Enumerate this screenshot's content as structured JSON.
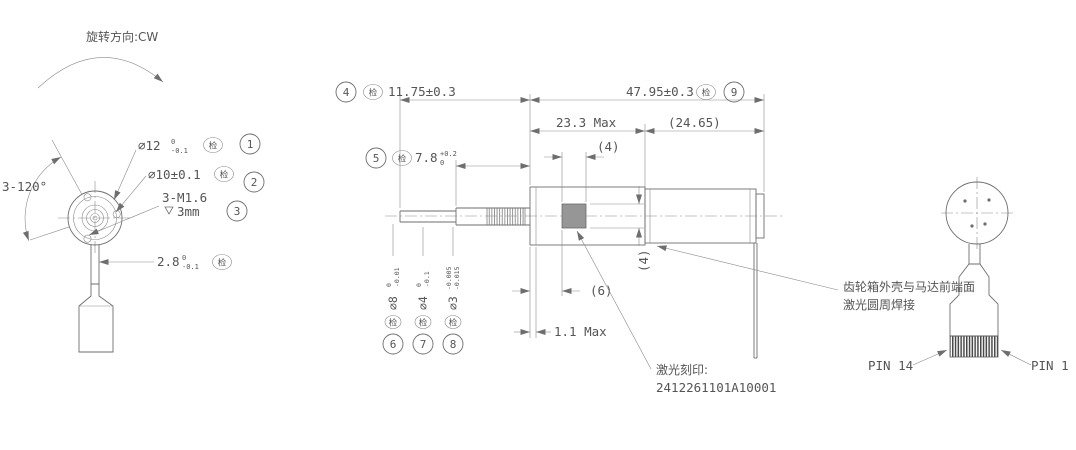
{
  "notes": {
    "rotation": "旋转方向:CW",
    "angle": "3-120°",
    "check": "检",
    "thread": "3-M1.6",
    "depth": "3mm",
    "weld_line1": "齿轮箱外壳与马达前端面",
    "weld_line2": "激光圆周焊接",
    "laser_label": "激光刻印:",
    "laser_value": "2412261101A10001",
    "pin14": "PIN 14",
    "pin1": "PIN 1"
  },
  "dims": {
    "d12": {
      "main": "∅12",
      "up": "0",
      "dn": "-0.1"
    },
    "d10": {
      "main": "∅10±0.1"
    },
    "w28": {
      "main": "2.8",
      "up": "0",
      "dn": "-0.1"
    },
    "l1175": {
      "main": "11.75±0.3"
    },
    "l4795": {
      "main": "47.95±0.3"
    },
    "l233": {
      "main": "23.3 Max"
    },
    "l2465": {
      "main": "(24.65)"
    },
    "l78": {
      "main": "7.8",
      "up": "+0.2",
      "dn": "0"
    },
    "d8": {
      "main": "∅8",
      "up": "0",
      "dn": "-0.01"
    },
    "d4": {
      "main": "∅4",
      "up": "0",
      "dn": "-0.1"
    },
    "d3": {
      "main": "∅3",
      "up": "-0.005",
      "dn": "-0.015"
    },
    "g4_top": {
      "main": "(4)"
    },
    "g4_side": {
      "main": "(4)"
    },
    "g6": {
      "main": "(6)"
    },
    "l11": {
      "main": "1.1 Max"
    }
  },
  "balloons": {
    "b1": "1",
    "b2": "2",
    "b3": "3",
    "b4": "4",
    "b5": "5",
    "b6": "6",
    "b7": "7",
    "b8": "8",
    "b9": "9"
  }
}
